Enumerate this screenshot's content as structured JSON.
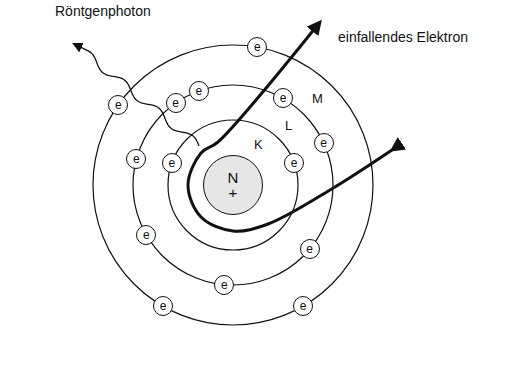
{
  "diagram": {
    "nodes": [
      {
        "text": [
          "N",
          "+"
        ]
      },
      {
        "text": [
          "e"
        ]
      },
      {
        "text": [
          "e"
        ]
      },
      {
        "text": [
          "e"
        ]
      },
      {
        "text": [
          "e"
        ]
      },
      {
        "text": [
          "e"
        ]
      },
      {
        "text": [
          "e"
        ]
      },
      {
        "text": [
          "e"
        ]
      },
      {
        "text": [
          "e"
        ]
      },
      {
        "text": [
          "e"
        ]
      },
      {
        "text": [
          "e"
        ]
      },
      {
        "text": [
          "e"
        ]
      },
      {
        "text": [
          "e"
        ]
      },
      {
        "text": [
          "e"
        ]
      },
      {
        "text": [
          "e"
        ]
      }
    ],
    "labels": [
      "Röntgenphoton",
      "einfallendes Elektron",
      "K",
      "L",
      "M"
    ]
  }
}
